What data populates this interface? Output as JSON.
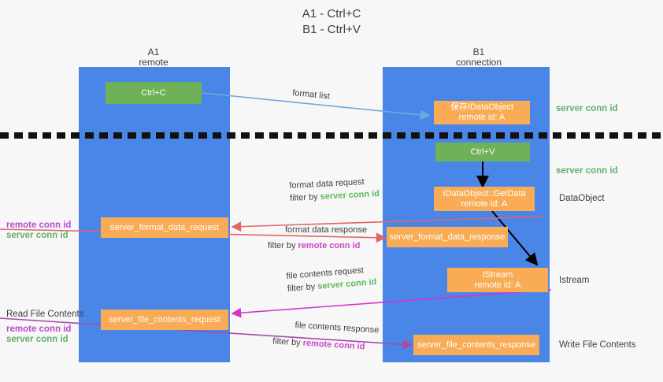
{
  "title": {
    "line1": "A1 - Ctrl+C",
    "line2": "B1 - Ctrl+V"
  },
  "colors": {
    "lane": "#4a86e8",
    "box_orange": "#f9ab55",
    "box_green": "#6fb158",
    "server_conn_id": "#5cb85c",
    "remote_conn_id": "#cc44cc",
    "text": "#3c4043",
    "arrow_blue": "#6fa8dc",
    "arrow_red": "#e06666",
    "arrow_magenta": "#d832c8",
    "arrow_purple": "#a64ca6",
    "arrow_black": "#000000",
    "background": "#f7f7f7"
  },
  "lanes": [
    {
      "name": "A1",
      "sub": "remote"
    },
    {
      "name": "B1",
      "sub": "connection"
    }
  ],
  "boxes": {
    "ctrl_c": {
      "line1": "Ctrl+C"
    },
    "ctrl_v": {
      "line1": "Ctrl+V"
    },
    "data_object_remote": {
      "line1": "保存IDataObject",
      "line2": "remote id: A"
    },
    "get_data": {
      "line1": "IDataObject::GetData",
      "line2": "remote id: A"
    },
    "istream": {
      "line1": "IStream",
      "line2": "remote id: A"
    },
    "format_data_request": {
      "line1": "server_format_data_request"
    },
    "format_data_response": {
      "line1": "server_format_data_response"
    },
    "file_contents_request": {
      "line1": "server_file_contents_request"
    },
    "file_contents_response": {
      "line1": "server_file_contents_response"
    }
  },
  "right_labels": {
    "server_conn_id_top": "server conn id",
    "server_conn_id_mid": "server conn id",
    "data_object": "DataObject",
    "istream": "Istream",
    "write_file_contents": "Write File Contents"
  },
  "left_labels": {
    "remote_conn_id_1": "remote conn id",
    "server_conn_id_1": "server conn id",
    "read_file_contents": "Read File Contents",
    "remote_conn_id_2": "remote conn id",
    "server_conn_id_2": "server conn id"
  },
  "annotations": {
    "format_list": "format list",
    "format_data_request": "format data request",
    "format_data_request_filter_prefix": "filter by ",
    "format_data_request_filter_value": "server conn id",
    "format_data_response": "format data response",
    "format_data_response_filter_prefix": "filter by ",
    "format_data_response_filter_value": "remote conn id",
    "file_contents_request": "file contents request",
    "file_contents_request_filter_prefix": "filter by ",
    "file_contents_request_filter_value": "server conn id",
    "file_contents_response": "file contents response",
    "file_contents_response_filter_prefix": "filter by ",
    "file_contents_response_filter_value": "remote conn id"
  }
}
